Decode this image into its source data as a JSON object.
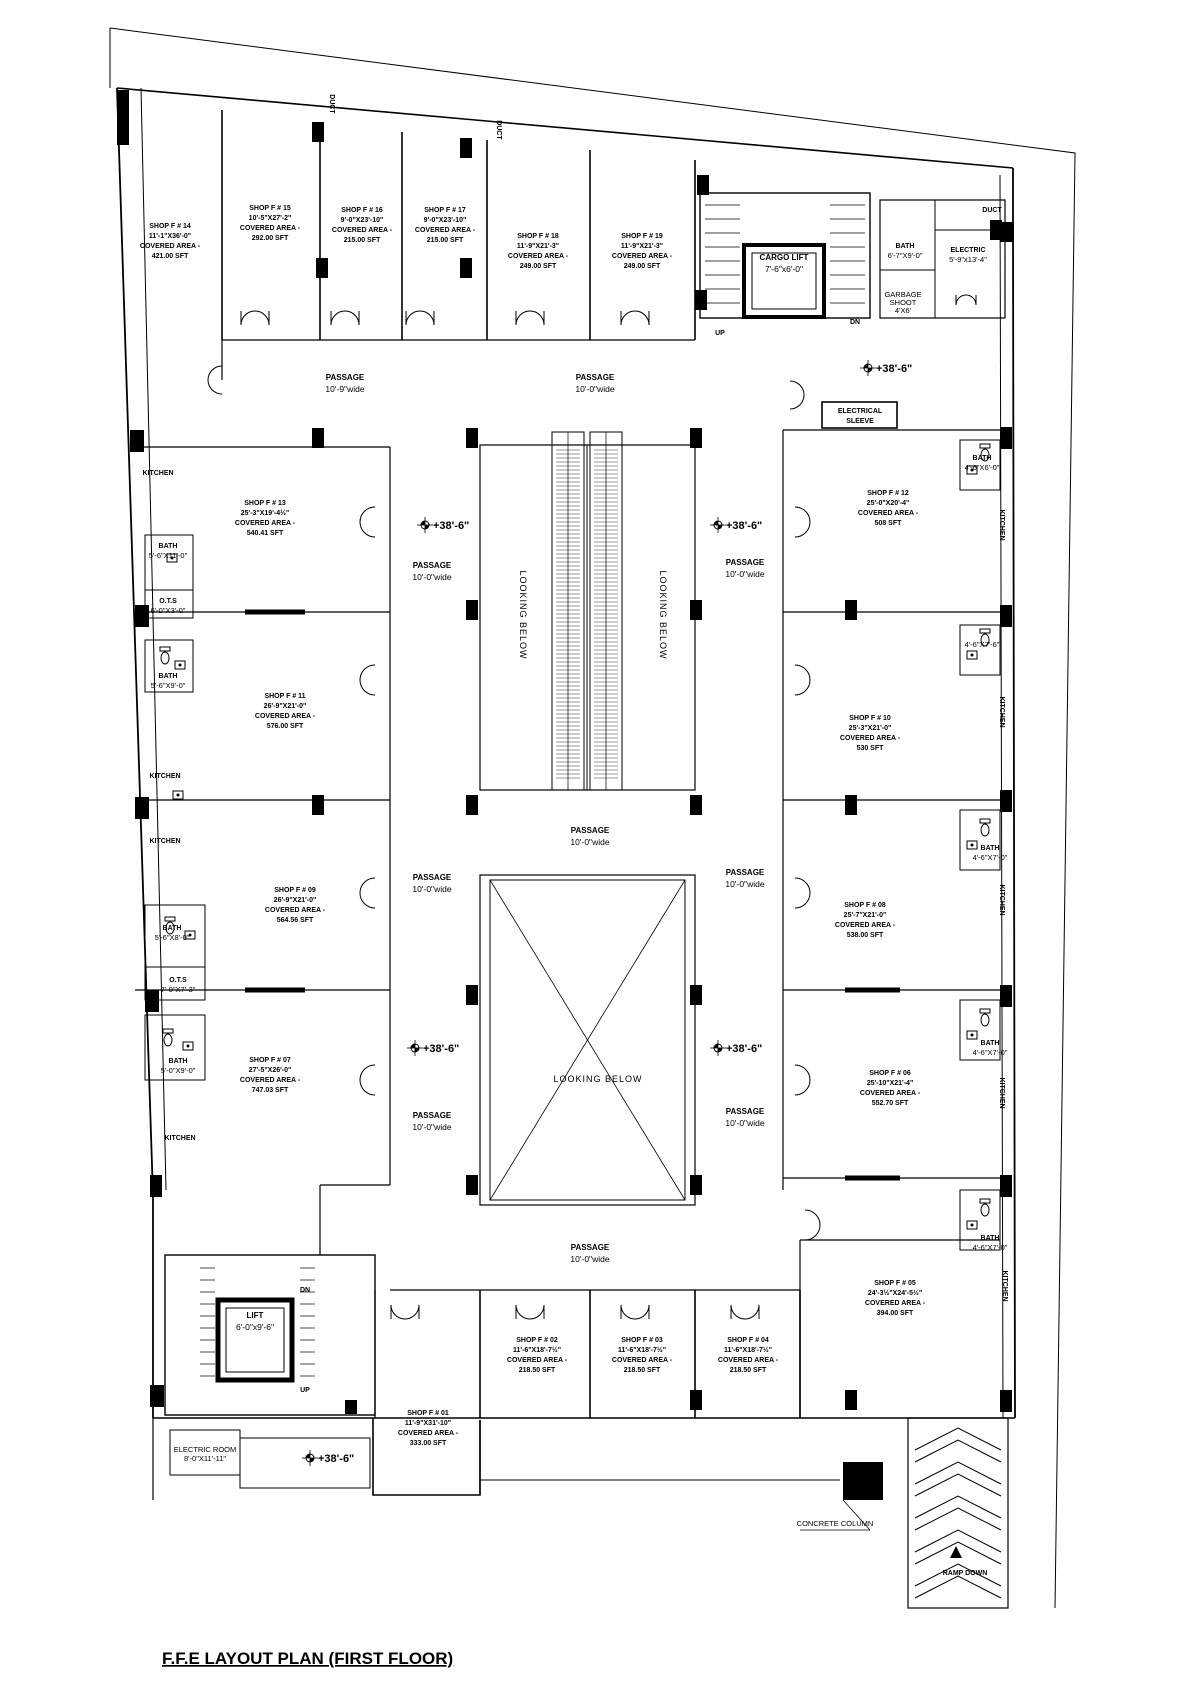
{
  "title": "F.F.E LAYOUT PLAN (FIRST FLOOR)",
  "shops": [
    {
      "id": "shop-14",
      "lines": [
        "SHOP F # 14",
        "11'-1\"X36'-0\"",
        "COVERED AREA -",
        "421.00 SFT"
      ]
    },
    {
      "id": "shop-15",
      "lines": [
        "SHOP F # 15",
        "10'-5\"X27'-2\"",
        "COVERED AREA -",
        "292.00 SFT"
      ]
    },
    {
      "id": "shop-16",
      "lines": [
        "SHOP F # 16",
        "9'-0\"X23'-10\"",
        "COVERED AREA -",
        "215.00 SFT"
      ]
    },
    {
      "id": "shop-17",
      "lines": [
        "SHOP F # 17",
        "9'-0\"X23'-10\"",
        "COVERED AREA -",
        "215.00 SFT"
      ]
    },
    {
      "id": "shop-18",
      "lines": [
        "SHOP F # 18",
        "11'-9\"X21'-3\"",
        "COVERED AREA -",
        "249.00 SFT"
      ]
    },
    {
      "id": "shop-19",
      "lines": [
        "SHOP F # 19",
        "11'-9\"X21'-3\"",
        "COVERED AREA -",
        "249.00 SFT"
      ]
    },
    {
      "id": "shop-13",
      "lines": [
        "SHOP F # 13",
        "25'-3\"X19'-4½\"",
        "COVERED AREA -",
        "540.41 SFT"
      ]
    },
    {
      "id": "shop-11",
      "lines": [
        "SHOP F # 11",
        "26'-9\"X21'-0\"",
        "COVERED AREA -",
        "576.00 SFT"
      ]
    },
    {
      "id": "shop-09",
      "lines": [
        "SHOP F # 09",
        "26'-9\"X21'-0\"",
        "COVERED AREA -",
        "564.56 SFT"
      ]
    },
    {
      "id": "shop-07",
      "lines": [
        "SHOP F # 07",
        "27'-5\"X26'-0\"",
        "COVERED AREA -",
        "747.03 SFT"
      ]
    },
    {
      "id": "shop-12",
      "lines": [
        "SHOP F # 12",
        "25'-0\"X20'-4\"",
        "COVERED AREA -",
        "508 SFT"
      ]
    },
    {
      "id": "shop-10",
      "lines": [
        "SHOP F # 10",
        "25'-3\"X21'-0\"",
        "COVERED AREA -",
        "530 SFT"
      ]
    },
    {
      "id": "shop-08",
      "lines": [
        "SHOP F # 08",
        "25'-7\"X21'-0\"",
        "COVERED AREA -",
        "538.00 SFT"
      ]
    },
    {
      "id": "shop-06",
      "lines": [
        "SHOP F # 06",
        "25'-10\"X21'-4\"",
        "COVERED AREA -",
        "552.70 SFT"
      ]
    },
    {
      "id": "shop-05",
      "lines": [
        "SHOP F # 05",
        "24'-3½\"X24'-5½\"",
        "COVERED AREA -",
        "394.00 SFT"
      ]
    },
    {
      "id": "shop-02",
      "lines": [
        "SHOP F # 02",
        "11'-6\"X18'-7½\"",
        "COVERED AREA -",
        "218.50 SFT"
      ]
    },
    {
      "id": "shop-03",
      "lines": [
        "SHOP F # 03",
        "11'-6\"X18'-7½\"",
        "COVERED AREA -",
        "218.50 SFT"
      ]
    },
    {
      "id": "shop-04",
      "lines": [
        "SHOP F # 04",
        "11'-6\"X18'-7½\"",
        "COVERED AREA -",
        "218.50 SFT"
      ]
    },
    {
      "id": "shop-01",
      "lines": [
        "SHOP F # 01",
        "11'-9\"X31'-10\"",
        "COVERED AREA -",
        "333.00 SFT"
      ]
    }
  ],
  "passages": [
    {
      "id": "passage-top-left",
      "label": "PASSAGE",
      "width": "10'-9\"wide"
    },
    {
      "id": "passage-top-right",
      "label": "PASSAGE",
      "width": "10'-0\"wide"
    },
    {
      "id": "passage-left-1",
      "label": "PASSAGE",
      "width": "10'-0\"wide"
    },
    {
      "id": "passage-right-1",
      "label": "PASSAGE",
      "width": "10'-0\"wide"
    },
    {
      "id": "passage-middle",
      "label": "PASSAGE",
      "width": "10'-0\"wide"
    },
    {
      "id": "passage-left-2",
      "label": "PASSAGE",
      "width": "10'-0\"wide"
    },
    {
      "id": "passage-right-2",
      "label": "PASSAGE",
      "width": "10'-0\"wide"
    },
    {
      "id": "passage-left-3",
      "label": "PASSAGE",
      "width": "10'-0\"wide"
    },
    {
      "id": "passage-right-3",
      "label": "PASSAGE",
      "width": "10'-0\"wide"
    },
    {
      "id": "passage-bottom",
      "label": "PASSAGE",
      "width": "10'-0\"wide"
    }
  ],
  "levels": [
    "+38'-6\"",
    "+38'-6\"",
    "+38'-6\"",
    "+38'-6\"",
    "+38'-6\"",
    "+38'-6\""
  ],
  "labels": {
    "duct": "DUCT",
    "cargo_lift": "CARGO LIFT",
    "cargo_lift_dim": "7'-6\"x6'-0\"",
    "lift": "LIFT",
    "lift_dim": "6'-0\"x9'-6\"",
    "up": "UP",
    "dn": "DN",
    "bath": "BATH",
    "bath_top_dim": "6'-7\"X9'-0\"",
    "electric": "ELECTRIC",
    "electric_dim": "5'-9\"x13'-4\"",
    "garbage": "GARBAGE",
    "shoot": "SHOOT",
    "garbage_dim": "4'X6'",
    "electrical": "ELECTRICAL",
    "sleeve": "SLEEVE",
    "kitchen": "KITCHEN",
    "ots": "O.T.S",
    "ots_dim_1": "6'-0\"X3'-0\"",
    "ots_dim_2": "7'-0\"X7'-3\"",
    "bath_13_dim": "5'-6\"X11'-0\"",
    "bath_11_dim": "5'-6\"X9'-0\"",
    "bath_09_dim": "5'-6\"X8'-0\"",
    "bath_07_dim": "5'-0\"X9'-0\"",
    "bath_r1": "4'-6\"X6'-0\"",
    "bath_r2": "4'-6\"X7'-6\"",
    "bath_r3": "4'-6\"X7'-0\"",
    "bath_r4": "4'-6\"X7'-0\"",
    "bath_r5": "4'-6\"X7'-0\"",
    "looking_below": "LOOKING BELOW",
    "electric_room": "ELECTRIC ROOM",
    "electric_room_dim": "8'-0\"X11'-11\"",
    "concrete_column": "CONCRETE COLUMN",
    "ramp_down": "RAMP DOWN"
  }
}
